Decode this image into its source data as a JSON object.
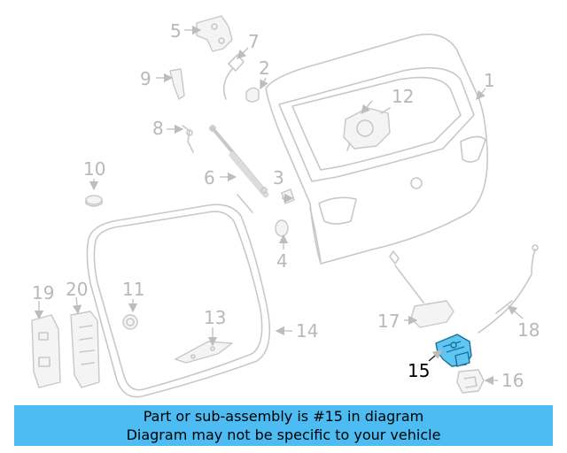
{
  "diagram": {
    "highlight_color": "#5fc6f2",
    "callouts": [
      "1",
      "2",
      "3",
      "4",
      "5",
      "6",
      "7",
      "8",
      "9",
      "10",
      "11",
      "12",
      "13",
      "14",
      "15",
      "16",
      "17",
      "18",
      "19",
      "20"
    ],
    "highlighted_callout": "15"
  },
  "banner": {
    "line1": "Part or sub-assembly is #15 in diagram",
    "line2": "Diagram may not be specific to your vehicle",
    "background": "#4cbcf3"
  }
}
